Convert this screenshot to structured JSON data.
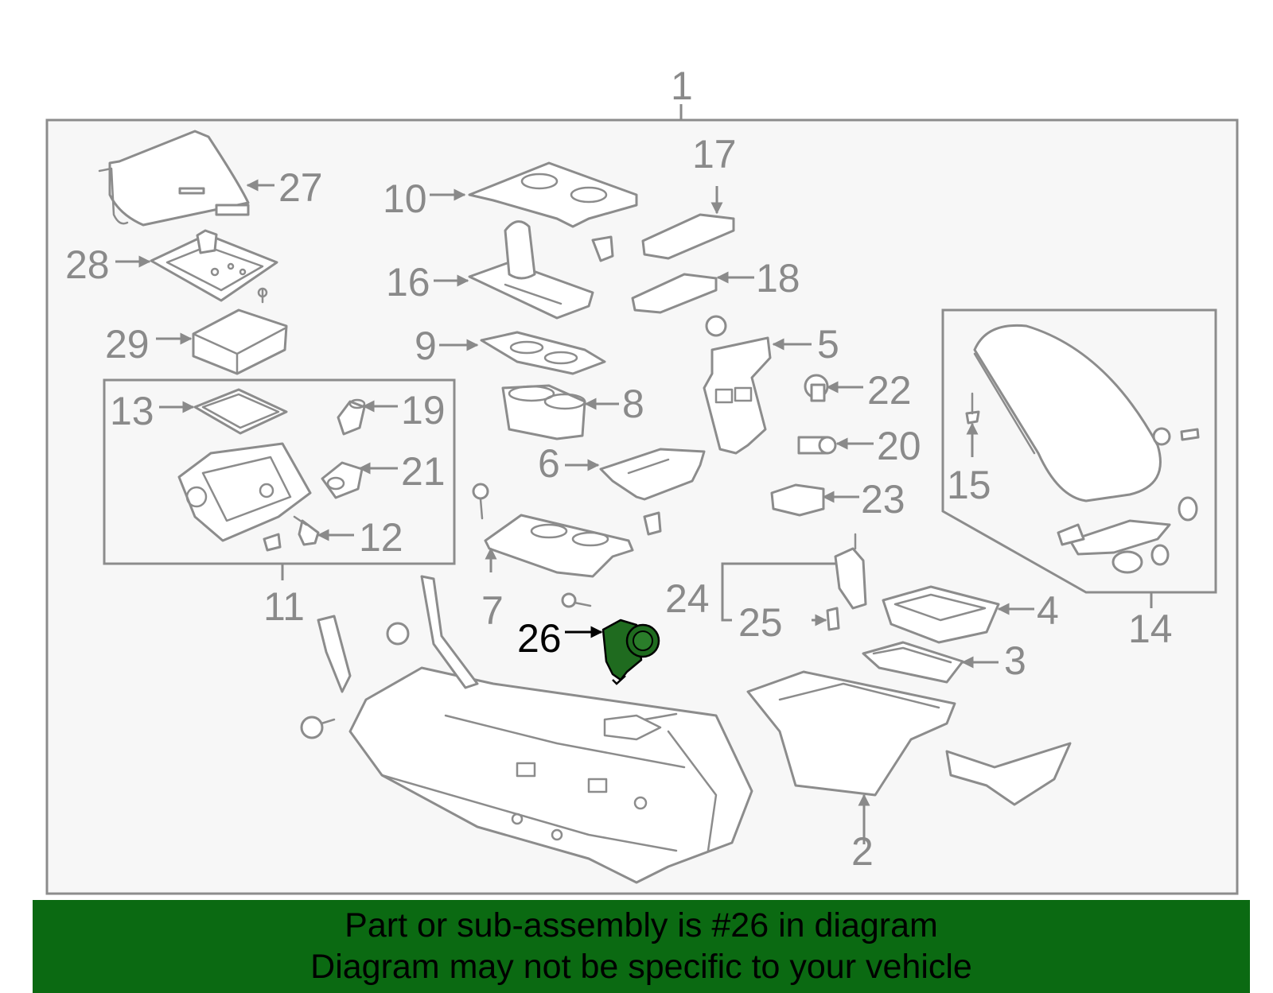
{
  "diagram": {
    "callouts": [
      "1",
      "2",
      "3",
      "4",
      "5",
      "6",
      "7",
      "8",
      "9",
      "10",
      "11",
      "12",
      "13",
      "14",
      "15",
      "16",
      "17",
      "18",
      "19",
      "20",
      "21",
      "22",
      "23",
      "24",
      "25",
      "26",
      "27",
      "28",
      "29"
    ],
    "highlighted_callout": "26",
    "highlight_color": "#1f6b1f"
  },
  "banner": {
    "line1": "Part or sub-assembly is #26 in diagram",
    "line2": "Diagram may not be specific to your vehicle",
    "background": "#0b6a12"
  }
}
